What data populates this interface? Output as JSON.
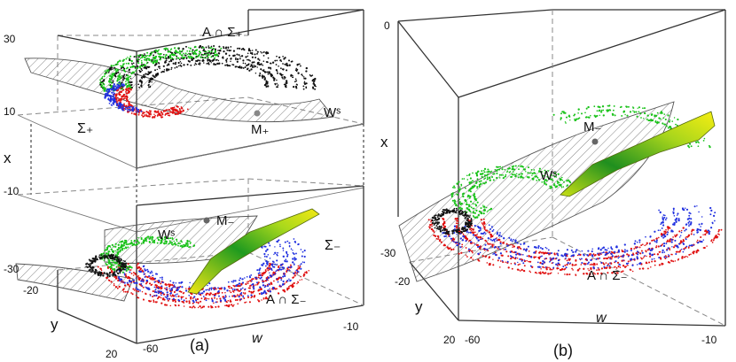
{
  "figure": {
    "panel_a": {
      "caption": "(a)",
      "x_axis_label": "x",
      "y_axis_label": "y",
      "w_axis_label": "w",
      "x_ticks": [
        "30",
        "10",
        "-10",
        "-30"
      ],
      "y_ticks": [
        "-20",
        "20"
      ],
      "w_ticks": [
        "-60",
        "-10"
      ],
      "labels": {
        "attractor_upper": "A ∩ Σ₊",
        "sigma_plus": "Σ₊",
        "manifold_upper": "Wˢ",
        "point_upper": "M₊",
        "point_lower": "M₋",
        "manifold_lower": "Wˢ",
        "sigma_minus": "Σ₋",
        "attractor_lower": "A ∩ Σ₋"
      }
    },
    "panel_b": {
      "caption": "(b)",
      "x_axis_label": "x",
      "y_axis_label": "y",
      "w_axis_label": "w",
      "x_ticks": [
        "0",
        "-30"
      ],
      "y_ticks": [
        "-20",
        "20"
      ],
      "w_ticks": [
        "-60",
        "-10"
      ],
      "labels": {
        "point": "M₋",
        "manifold": "Wˢ",
        "attractor": "A ∩ Σ₋"
      }
    },
    "colors": {
      "green": "#19c219",
      "black": "#111111",
      "red": "#e01010",
      "blue": "#2030e0",
      "purple": "#7a2aa0",
      "surface_yellow": "#f3e814",
      "surface_green": "#1f9a1f"
    }
  }
}
